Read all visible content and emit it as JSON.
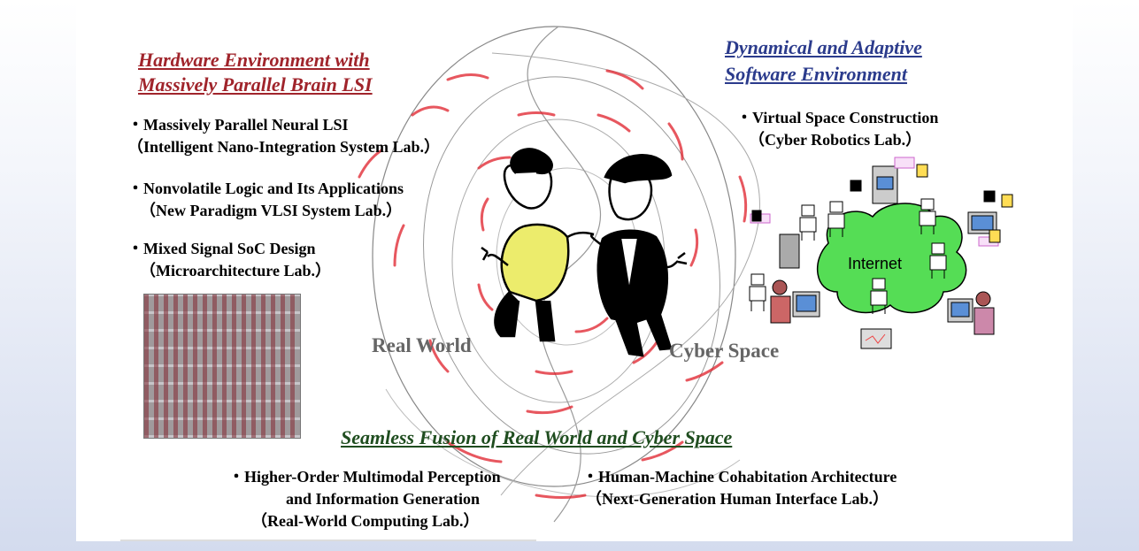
{
  "hardware": {
    "title_line1": "Hardware Environment with",
    "title_line2": "Massively Parallel Brain LSI",
    "items": [
      {
        "line1": "・Massively Parallel Neural LSI",
        "line2": "（Intelligent Nano-Integration System Lab.）"
      },
      {
        "line1": "・Nonvolatile Logic and Its Applications",
        "line2": "（New Paradigm VLSI System Lab.）"
      },
      {
        "line1": "・Mixed Signal SoC Design",
        "line2": "（Microarchitecture Lab.）"
      }
    ]
  },
  "software": {
    "title_line1": "Dynamical and Adaptive",
    "title_line2": "Software Environment",
    "items": [
      {
        "line1": "・Virtual Space Construction",
        "line2": "（Cyber Robotics Lab.）"
      }
    ]
  },
  "center": {
    "real_world": "Real World",
    "cyber_space": "Cyber Space",
    "internet": "Internet"
  },
  "fusion": {
    "title": "Seamless Fusion of Real World and Cyber Space",
    "left_line1": "・Higher-Order Multimodal Perception",
    "left_line2": "and Information Generation",
    "left_line3": "（Real-World Computing Lab.）",
    "right_line1": "・Human-Machine Cohabitation Architecture",
    "right_line2": "（Next-Generation Human Interface Lab.）"
  },
  "colors": {
    "background_top": "#ffffff",
    "background_bottom": "#d3dbee",
    "hardware_title": "#a0242b",
    "software_title": "#2b3b8c",
    "fusion_title": "#1f4d1f",
    "spiral_accent": "#e0202a"
  }
}
